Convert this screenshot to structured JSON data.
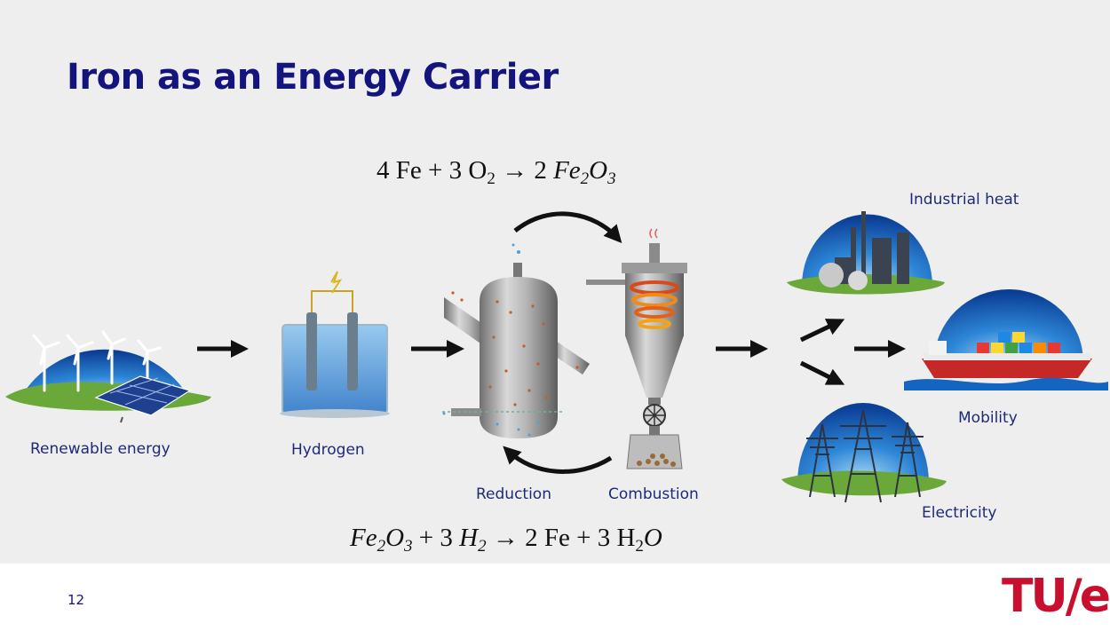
{
  "slide": {
    "title": "Iron as an Energy Carrier",
    "page_number": "12",
    "logo_text": "TU/e"
  },
  "equations": {
    "combustion": {
      "lhs_a_coef": "4",
      "lhs_a": "Fe",
      "plus": "+",
      "lhs_b_coef": "3",
      "lhs_b": "O",
      "lhs_b_sub": "2",
      "arrow": "→",
      "rhs_coef": "2",
      "rhs_a": "Fe",
      "rhs_a_sub": "2",
      "rhs_b": "O",
      "rhs_b_sub": "3"
    },
    "reduction": {
      "lhs_a": "Fe",
      "lhs_a_sub": "2",
      "lhs_b": "O",
      "lhs_b_sub": "3",
      "plus": "+",
      "lhs_c_coef": "3",
      "lhs_c": "H",
      "lhs_c_sub": "2",
      "arrow": "→",
      "rhs_a_coef": "2",
      "rhs_a": "Fe",
      "rhs_b_coef": "3",
      "rhs_b": "H",
      "rhs_b_sub": "2",
      "rhs_b_tail": "O"
    }
  },
  "labels": {
    "renewable": "Renewable energy",
    "hydrogen": "Hydrogen",
    "reduction": "Reduction",
    "combustion": "Combustion",
    "industrial_heat": "Industrial heat",
    "mobility": "Mobility",
    "electricity": "Electricity"
  },
  "colors": {
    "title": "#14147d",
    "label": "#1d2a78",
    "logo": "#c8102e",
    "sky": "#1f6fc4",
    "grass": "#6aa83a"
  },
  "icons": [
    "wind-turbine-icon",
    "solar-panel-icon",
    "electrolyzer-icon",
    "reduction-reactor-icon",
    "combustion-cyclone-icon",
    "factory-icon",
    "cargo-ship-icon",
    "power-pylon-icon"
  ]
}
